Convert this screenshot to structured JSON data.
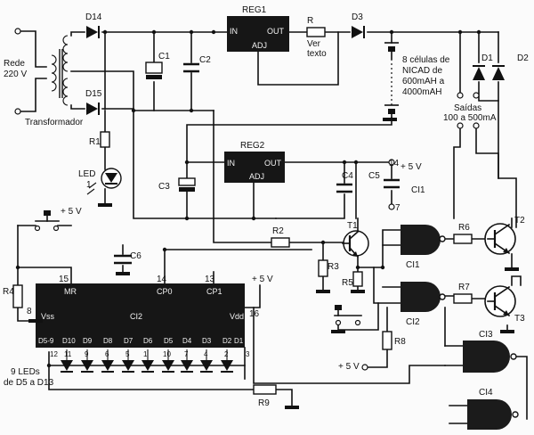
{
  "labels": {
    "mains": "Rede",
    "mains_voltage": "220 V",
    "transformer": "Transformador",
    "d14": "D14",
    "d15": "D15",
    "d3": "D3",
    "d1": "D1",
    "d2": "D2",
    "c1": "C1",
    "c2": "C2",
    "c3": "C3",
    "c4": "C4",
    "c5": "C5",
    "c6": "C6",
    "r": "R",
    "r_note_1": "Ver",
    "r_note_2": "texto",
    "r1": "R1",
    "r2": "R2",
    "r3": "R3",
    "r4": "R4",
    "r5": "R5",
    "r6": "R6",
    "r7": "R7",
    "r8": "R8",
    "r9": "R9",
    "led": "LED",
    "led_number": "1",
    "reg1": "REG1",
    "reg2": "REG2",
    "reg_in": "IN",
    "reg_out": "OUT",
    "reg_adj": "ADJ",
    "nicad_1": "8 células de",
    "nicad_2": "NICAD de",
    "nicad_3": "600mAH a",
    "nicad_4": "4000mAH",
    "outputs": "Saídas",
    "outputs_current": "100 a 500mA",
    "pin_14": "14",
    "pin_7": "7",
    "pin_8": "8",
    "pin_13": "13",
    "pin_15": "15",
    "pin_16": "16",
    "plus5v": "+ 5 V",
    "ci1_supply": "CI1",
    "t1": "T1",
    "t2": "T2",
    "t3": "T3",
    "gate_ci1": "CI1",
    "gate_ci2": "CI2",
    "gate_ci3": "CI3",
    "gate_ci4": "CI4",
    "counter_name": "CI2",
    "counter_mr": "MR",
    "counter_vss": "Vss",
    "counter_vdd": "Vdd",
    "counter_cp0": "CP0",
    "counter_cp1": "CP1",
    "counter_outputs": [
      "D5-9",
      "D10",
      "D9",
      "D8",
      "D7",
      "D6",
      "D5",
      "D4",
      "D3",
      "D2",
      "D1"
    ],
    "pin_numbers": [
      "12",
      "11",
      "9",
      "6",
      "5",
      "1",
      "10",
      "7",
      "4",
      "2",
      "3"
    ],
    "leds_1": "9 LEDs",
    "leds_2": "de D5 a D13"
  }
}
